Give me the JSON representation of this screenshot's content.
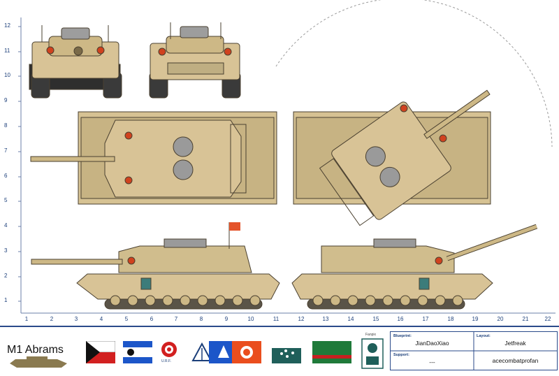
{
  "title": "M1 Abrams",
  "axis": {
    "x_ticks": [
      "1",
      "2",
      "3",
      "4",
      "5",
      "6",
      "7",
      "8",
      "9",
      "10",
      "11",
      "12",
      "13",
      "14",
      "15",
      "16",
      "17",
      "18",
      "19",
      "20",
      "21",
      "22"
    ],
    "y_ticks": [
      "12",
      "11",
      "10",
      "9",
      "8",
      "7",
      "6",
      "5",
      "4",
      "3",
      "2",
      "1"
    ]
  },
  "flags": {
    "urf_caption": "U.R.F.",
    "logo_caption": "Fanpix"
  },
  "info": {
    "blueprint_label": "Blueprint:",
    "blueprint_value": "JianDaoXiao",
    "layout_label": "Layout:",
    "layout_value": "Jetfreak",
    "support_label": "Support:",
    "support_value": "---",
    "credit_value": "acecombatprofan"
  },
  "colors": {
    "hull": "#d8c396",
    "hull_dark": "#a8945f",
    "outline": "#4a4030",
    "roundel": "#d0421e",
    "axis": "#1c3f7a"
  }
}
